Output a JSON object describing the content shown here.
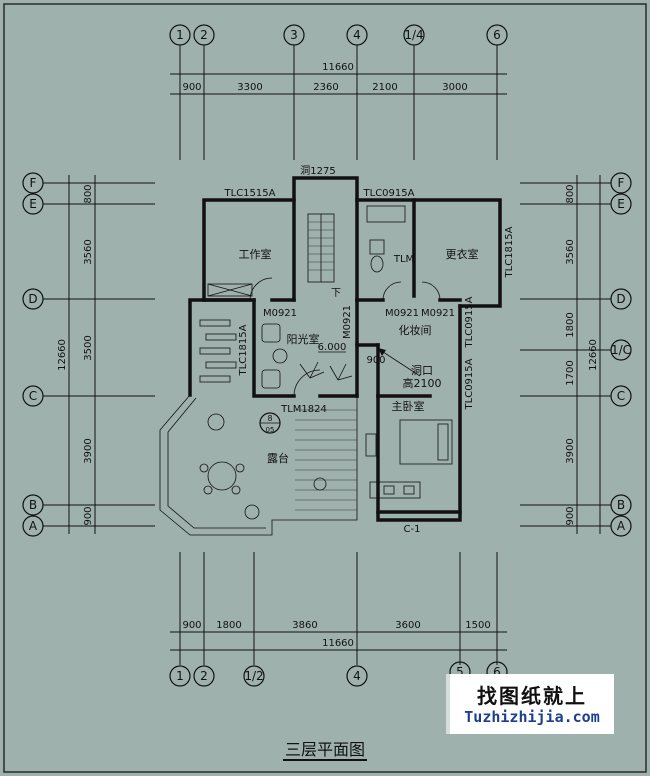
{
  "title": "三层平面图",
  "logo": {
    "cn": "找图纸就上",
    "en": "Tuzhizhijia.com"
  },
  "top_axes": [
    "1",
    "2",
    "3",
    "4",
    "1/4",
    "6"
  ],
  "bottom_axes": [
    "1",
    "2",
    "1/2",
    "4",
    "5",
    "6"
  ],
  "side_axes": [
    "F",
    "E",
    "D",
    "C",
    "B",
    "A"
  ],
  "top_total": "11660",
  "top_dims": [
    "900",
    "3300",
    "2360",
    "2100",
    "3000"
  ],
  "bottom_total": "11660",
  "bottom_dims": [
    "900",
    "1800",
    "3860",
    "3600",
    "1500"
  ],
  "left_total": "12660",
  "left_dims": [
    "800",
    "3560",
    "3500",
    "3900",
    "900"
  ],
  "right_total": "12660",
  "right_dims": [
    "800",
    "3560",
    "1800",
    "1700",
    "3900",
    "900"
  ],
  "rooms": {
    "study": "工作室",
    "closet": "更衣室",
    "sunroom": "阳光室",
    "dressing": "化妆间",
    "master_bedroom": "主卧室",
    "terrace": "露台",
    "opening": "洞口",
    "opening_height": "高2100"
  },
  "labels": {
    "stair_opening": "洞1275",
    "win_study": "TLC1515A",
    "win_bath": "TLC0915A",
    "win_closet": "TLC1815A",
    "win_sun": "TLC1815A",
    "win_dress": "TLC0915A",
    "win_bed": "TLC0915A",
    "tlm": "TLM",
    "door_sun": "M0921",
    "door_stair": "M0921",
    "door_dress_1": "M0921",
    "door_dress_2": "M0921",
    "sliding_door": "TLM1824",
    "elevation": "6.000",
    "opening_width": "900",
    "down": "下",
    "section": "C-1",
    "callout_top": "8",
    "callout_bottom": "05"
  }
}
